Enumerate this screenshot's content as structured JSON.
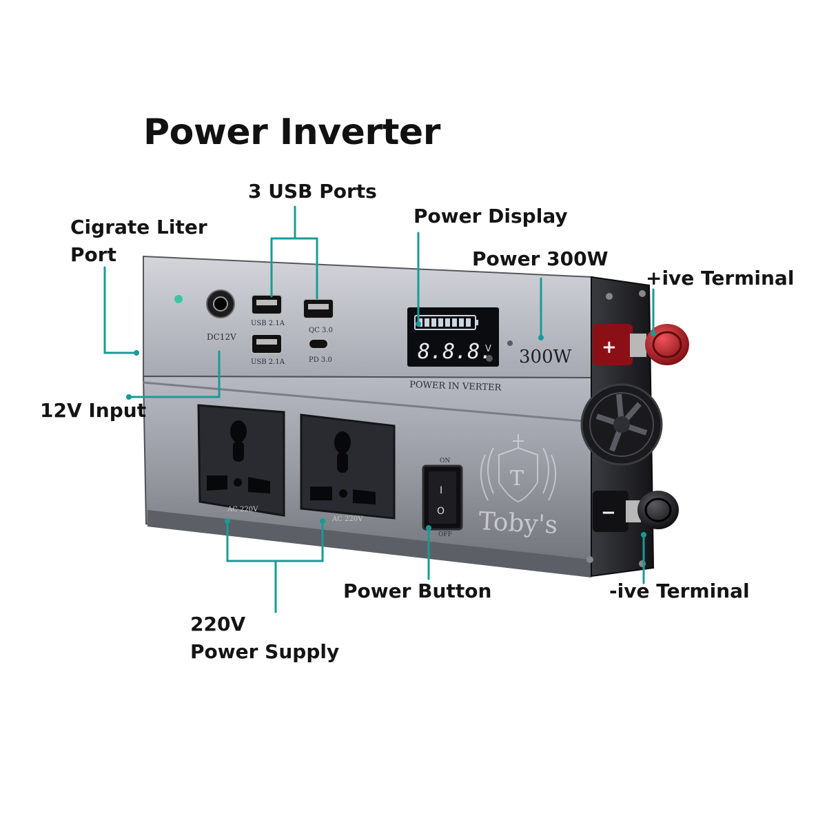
{
  "title": "Power Inverter",
  "labels": {
    "usb_ports": "3 USB Ports",
    "cigarette_port_line1": "Cigrate Liter",
    "cigarette_port_line2": "Port",
    "power_display": "Power Display",
    "power_rating": "Power 300W",
    "positive_terminal": "+ive Terminal",
    "input_12v": "12V Input",
    "power_button": "Power Button",
    "negative_terminal": "-ive Terminal",
    "supply_line1": "220V",
    "supply_line2": "Power Supply"
  },
  "device": {
    "usb_a_label": "USB 2.1A",
    "qc_label": "QC 3.0",
    "pd_label": "PD 3.0",
    "dc_label": "DC12V",
    "display_digits": "8.8.8.",
    "display_unit": "V",
    "panel_text": "POWER IN VERTER",
    "wattage": "300W",
    "brand": "Toby's",
    "brand_initial": "T",
    "switch_on": "ON",
    "switch_off": "OFF",
    "switch_mark_on": "I",
    "switch_mark_off": "O",
    "socket_label": "AC 220V",
    "terminal_plus": "+",
    "terminal_minus": "−"
  },
  "colors": {
    "leader": "#1a9a96",
    "housing": "#8d8f96",
    "panel": "#c3c6cd",
    "socket_face": "#2a2b30",
    "terminal_positive": "#b3151c",
    "terminal_negative": "#1b1b1d",
    "display_digits": "#e7ecf4"
  }
}
